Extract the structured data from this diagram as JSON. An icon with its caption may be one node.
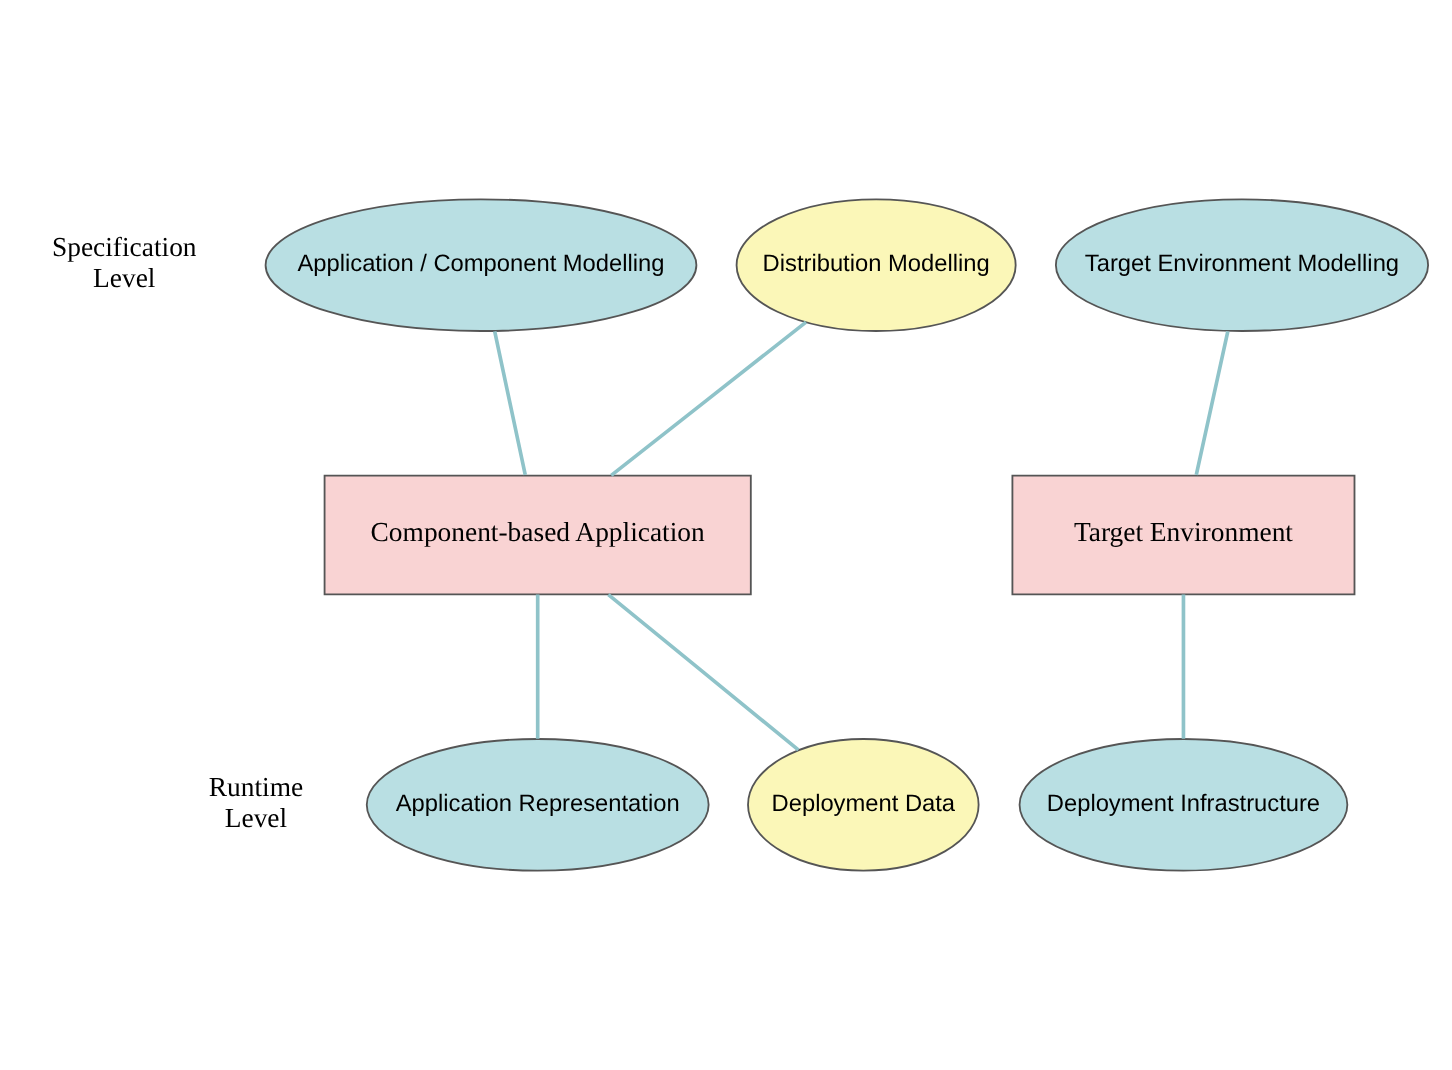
{
  "diagram": {
    "nodes": [
      {
        "text": [
          "Application / Component Modelling"
        ]
      },
      {
        "text": [
          "Distribution Modelling"
        ]
      },
      {
        "text": [
          "Target Environment Modelling"
        ]
      },
      {
        "text": [
          "Component-based Application"
        ]
      },
      {
        "text": [
          "Target Environment"
        ]
      },
      {
        "text": [
          "Application Representation"
        ]
      },
      {
        "text": [
          "Deployment Data"
        ]
      },
      {
        "text": [
          "Deployment Infrastructure"
        ]
      }
    ],
    "edges": [
      {
        "from": 0,
        "to": 3,
        "arrow": "none"
      },
      {
        "from": 1,
        "to": 3,
        "arrow": "none"
      },
      {
        "from": 2,
        "to": 4,
        "arrow": "none"
      },
      {
        "from": 3,
        "to": 5,
        "arrow": "none"
      },
      {
        "from": 3,
        "to": 6,
        "arrow": "none"
      },
      {
        "from": 4,
        "to": 7,
        "arrow": "none"
      }
    ],
    "labels": [
      "Specification Level",
      "Runtime Level"
    ]
  }
}
